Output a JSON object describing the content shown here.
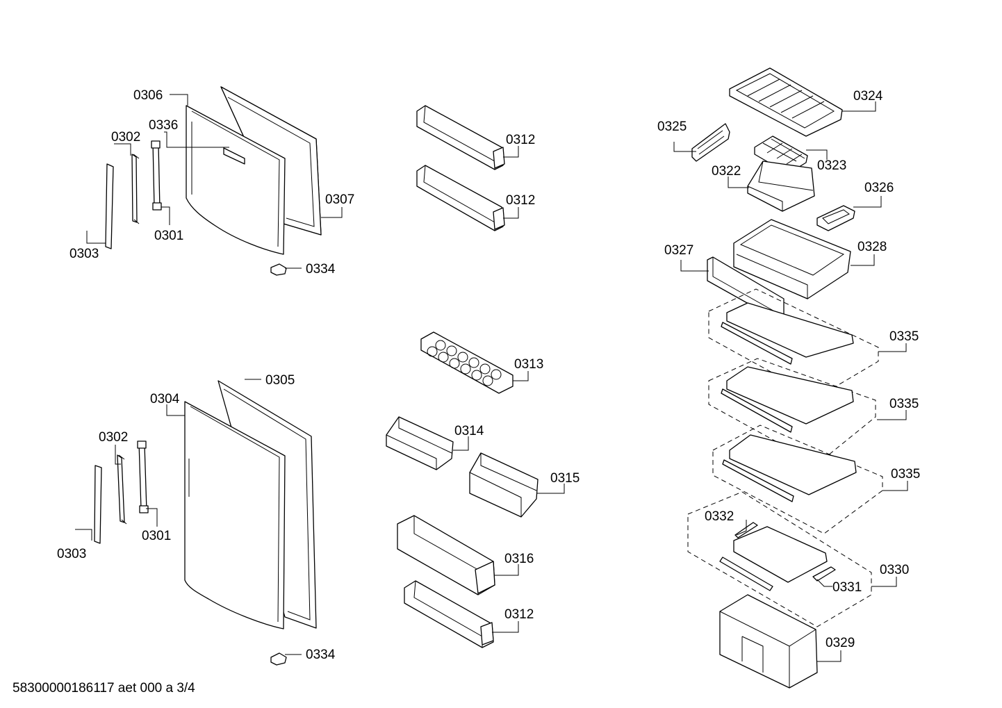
{
  "labels": {
    "l0306": "0306",
    "l0336": "0336",
    "l0302a": "0302",
    "l0307": "0307",
    "l0301a": "0301",
    "l0303a": "0303",
    "l0334a": "0334",
    "l0312a": "0312",
    "l0312b": "0312",
    "l0313": "0313",
    "l0314": "0314",
    "l0315": "0315",
    "l0316": "0316",
    "l0312c": "0312",
    "l0305": "0305",
    "l0304": "0304",
    "l0302b": "0302",
    "l0301b": "0301",
    "l0303b": "0303",
    "l0334b": "0334",
    "l0324": "0324",
    "l0325": "0325",
    "l0323": "0323",
    "l0322": "0322",
    "l0326": "0326",
    "l0327": "0327",
    "l0328": "0328",
    "l0335a": "0335",
    "l0335b": "0335",
    "l0335c": "0335",
    "l0332": "0332",
    "l0330": "0330",
    "l0331": "0331",
    "l0329": "0329"
  },
  "footer": "58300000186117 aet 000 a 3/4"
}
